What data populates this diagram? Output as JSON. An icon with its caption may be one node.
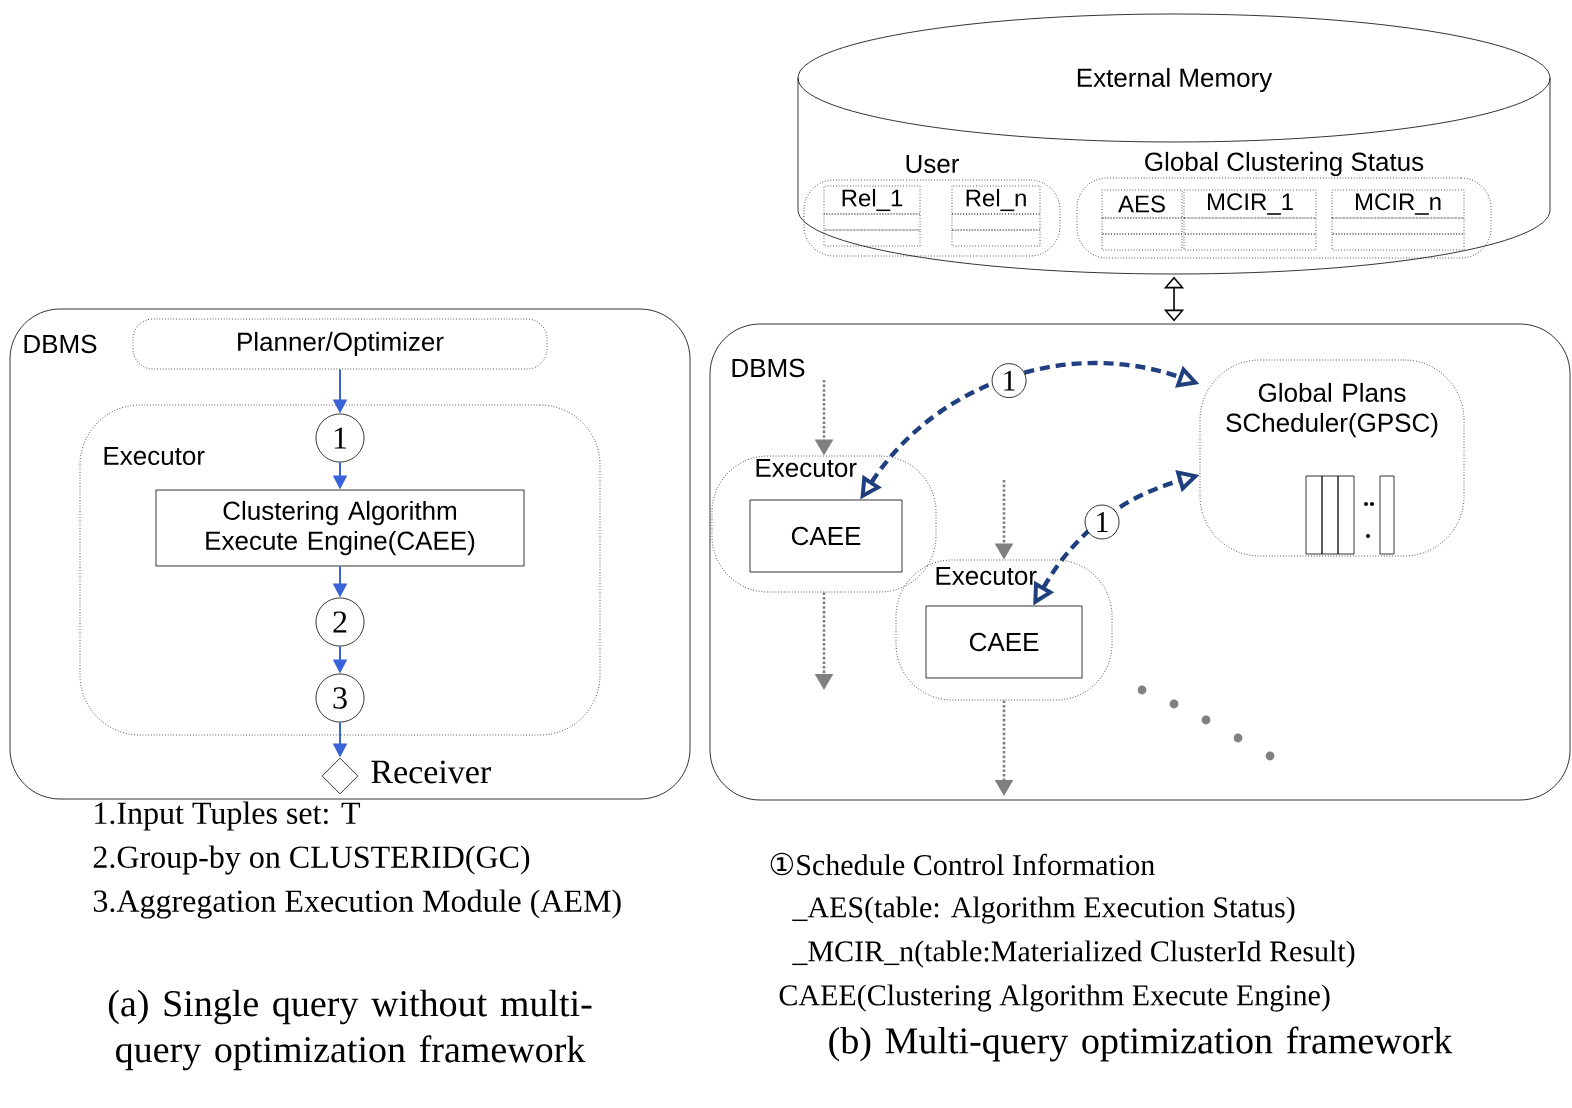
{
  "diagram": {
    "nodes": [
      {
        "text": [
          "DBMS"
        ]
      },
      {
        "text": [
          "Planner/Optimizer"
        ],
        "in": 0
      },
      {
        "text": [
          "Executor"
        ],
        "in": 0
      },
      {
        "text": [
          "1"
        ],
        "in": 2
      },
      {
        "text": [
          "Clustering Algorithm Execute Engine(CAEE)"
        ],
        "in": 2
      },
      {
        "text": [
          "2"
        ],
        "in": 2
      },
      {
        "text": [
          "3"
        ],
        "in": 2
      },
      {
        "text": [],
        "shape": "diamond",
        "beside": [
          "Receiver"
        ],
        "in": 0
      },
      {
        "text": [
          "External Memory"
        ]
      },
      {
        "text": [
          "User"
        ],
        "in": 8
      },
      {
        "text": [
          "Rel_1"
        ],
        "in": 9
      },
      {
        "text": [
          "Rel_n"
        ],
        "in": 9
      },
      {
        "text": [
          "Global Clustering Status"
        ],
        "in": 8
      },
      {
        "text": [
          "AES"
        ],
        "in": 12
      },
      {
        "text": [
          "MCIR_1"
        ],
        "in": 12
      },
      {
        "text": [
          "MCIR_n"
        ],
        "in": 12
      },
      {
        "text": [
          "DBMS"
        ]
      },
      {
        "text": [
          "Executor"
        ],
        "in": 16
      },
      {
        "text": [
          "CAEE"
        ],
        "in": 17
      },
      {
        "text": [
          "Executor"
        ],
        "in": 16
      },
      {
        "text": [
          "CAEE"
        ],
        "in": 19
      },
      {
        "text": [
          "Global Plans SCheduler(GPSC)"
        ],
        "in": 16
      }
    ],
    "edges": [
      {
        "from": 1,
        "to": 3,
        "arrow": "to"
      },
      {
        "from": 3,
        "to": 4,
        "arrow": "to"
      },
      {
        "from": 4,
        "to": 5,
        "arrow": "to"
      },
      {
        "from": 5,
        "to": 6,
        "arrow": "to"
      },
      {
        "from": 6,
        "to": 7,
        "arrow": "to"
      },
      {
        "from": 8,
        "to": 16,
        "arrow": "both",
        "color": "#000000"
      },
      {
        "from": null,
        "to": 17,
        "arrow": "to",
        "style": "dashed",
        "color": "#808080"
      },
      {
        "from": 17,
        "to": null,
        "arrow": "to",
        "style": "dashed",
        "color": "#808080"
      },
      {
        "from": null,
        "to": 19,
        "arrow": "to",
        "style": "dashed",
        "color": "#808080"
      },
      {
        "from": 19,
        "to": null,
        "arrow": "to",
        "style": "dashed",
        "color": "#808080"
      },
      {
        "from": 18,
        "to": 21,
        "arrow": "both",
        "label": "1",
        "style": "dashed",
        "color": "#1f3f7f"
      },
      {
        "from": 20,
        "to": 21,
        "arrow": "both",
        "label": "1",
        "style": "dashed",
        "color": "#1f3f7f"
      }
    ],
    "labels": [
      "1.Input Tuples set: T",
      "2.Group-by on CLUSTERID(GC)",
      "3.Aggregation Execution Module (AEM)",
      "①Schedule Control Information",
      "_AES(table: Algorithm Execution Status)",
      "_MCIR_n(table:Materialized ClusterId Result)",
      "CAEE(Clustering Algorithm Execute Engine)",
      "(a) Single query without multi-query optimization framework",
      "(b) Multi-query optimization framework"
    ]
  }
}
